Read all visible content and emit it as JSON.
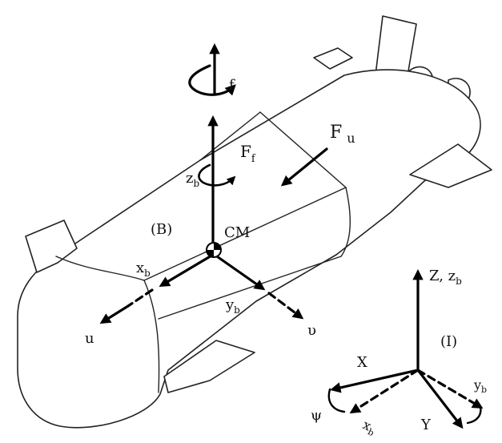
{
  "labels": {
    "f": "f",
    "F_f": "F",
    "F_f_sub": "f",
    "F_u": "F",
    "F_u_sub": "u",
    "z_b": "z",
    "z_b_sub": "b",
    "B_frame": "(B)",
    "CM": "CM",
    "x_b": "x",
    "x_b_sub": "b",
    "y_b": "y",
    "y_b_sub": "b",
    "u": "u",
    "v": "υ",
    "Z_zb": "Z, z",
    "Z_zb_sub": "b",
    "I_frame": "(I)",
    "X": "X",
    "Y": "Y",
    "psi": "ψ",
    "x_b_inertial": "x",
    "x_b_inertial_sub": "b",
    "y_b_inertial": "y",
    "y_b_inertial_sub": "b"
  },
  "colors": {
    "line": "#222222",
    "arrow": "#000000",
    "background": "#ffffff"
  }
}
